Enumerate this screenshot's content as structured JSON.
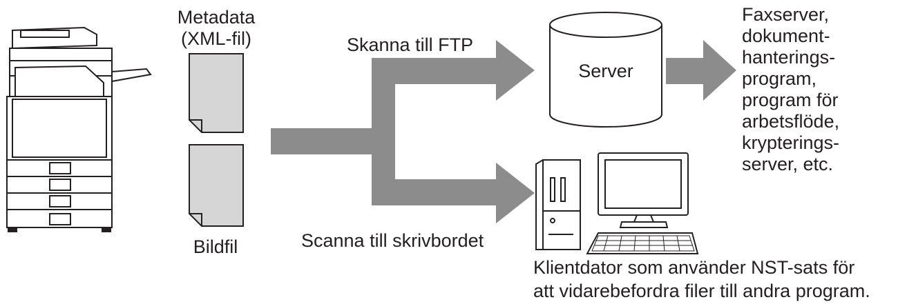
{
  "labels": {
    "metadata_line1": "Metadata",
    "metadata_line2": "(XML-fil)",
    "image_file": "Bildfil",
    "scan_to_ftp": "Skanna till FTP",
    "scan_to_desktop": "Scanna till skrivbordet",
    "server": "Server"
  },
  "destinations": {
    "lines": [
      "Faxserver,",
      "dokument-",
      "hanterings-",
      "program,",
      "program för",
      "arbetsflöde,",
      "krypterings-",
      "server, etc."
    ]
  },
  "client_caption": {
    "lines": [
      "Klientdator som använder NST-sats för",
      "att vidarebefordra filer till andra program."
    ]
  },
  "colors": {
    "arrow": "#8c8c8c",
    "document_fill": "#d6d6d6",
    "stroke": "#231f20"
  }
}
